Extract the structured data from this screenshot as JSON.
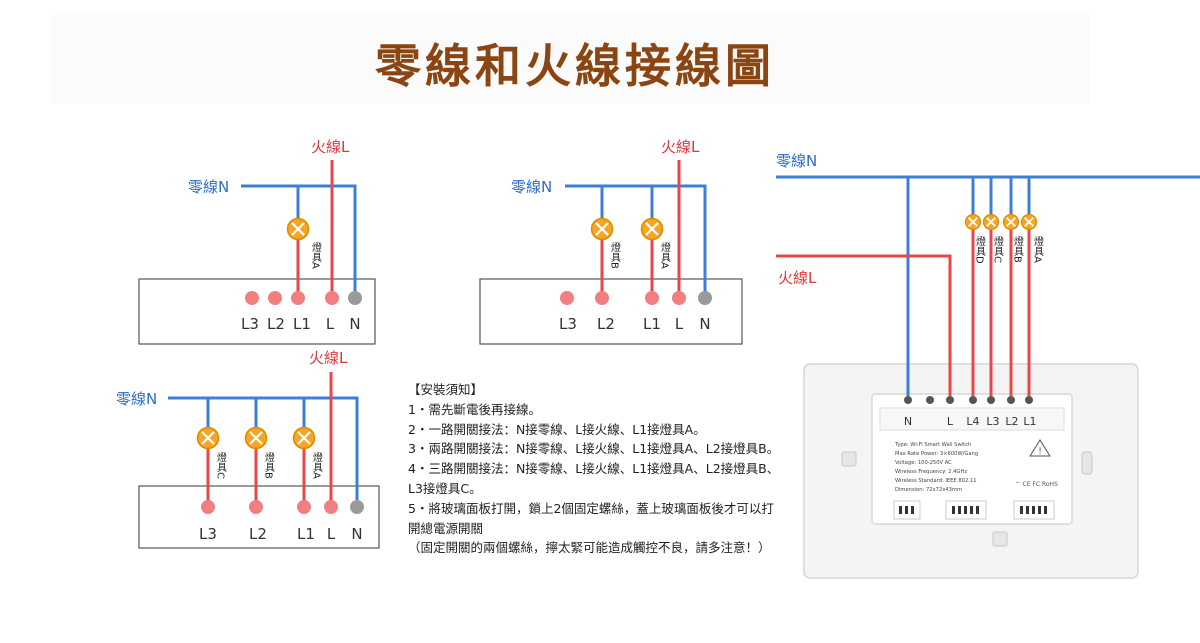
{
  "title": "零線和火線接線圖",
  "labels": {
    "neutral": "零線N",
    "live": "火線L",
    "lamp_a": "燈具A",
    "lamp_b": "燈具B",
    "lamp_c": "燈具C",
    "lamp_d": "燈具D"
  },
  "terminals": {
    "L3": "L3",
    "L2": "L2",
    "L1": "L1",
    "L": "L",
    "N": "N",
    "L4": "L4"
  },
  "notes": {
    "heading": "【安裝須知】",
    "line1": "1・需先斷電後再接線。",
    "line2": "2・一路開關接法：N接零線、L接火線、L1接燈具A。",
    "line3": "3・兩路開關接法：N接零線、L接火線、L1接燈具A、L2接燈具B。",
    "line4a": "4・三路開關接法：N接零線、L接火線、L1接燈具A、L2接燈具B、",
    "line4b": "L3接燈具C。",
    "line5a": "5・將玻璃面板打開，鎖上2個固定螺絲，蓋上玻璃面板後才可以打",
    "line5b": "開總電源開關",
    "line6": "（固定開關的兩個螺絲，擰太緊可能造成觸控不良，請多注意！）"
  },
  "module_label": {
    "l1": "Type: Wi-Fi Smart Wall Switch",
    "l2": "Max Rate Power: 3×600W/Gang",
    "l3": "Voltage: 100-250V AC",
    "l4": "Wireless Frequency: 2.4GHz",
    "l5": "Wireless Standard: IEEE 802.11",
    "l6": "Dimension: 72x72x43mm"
  },
  "colors": {
    "neutral_wire": "#3d7fd6",
    "live_wire": "#e8474a",
    "lamp": "#f5a623",
    "title": "#8b4513"
  }
}
